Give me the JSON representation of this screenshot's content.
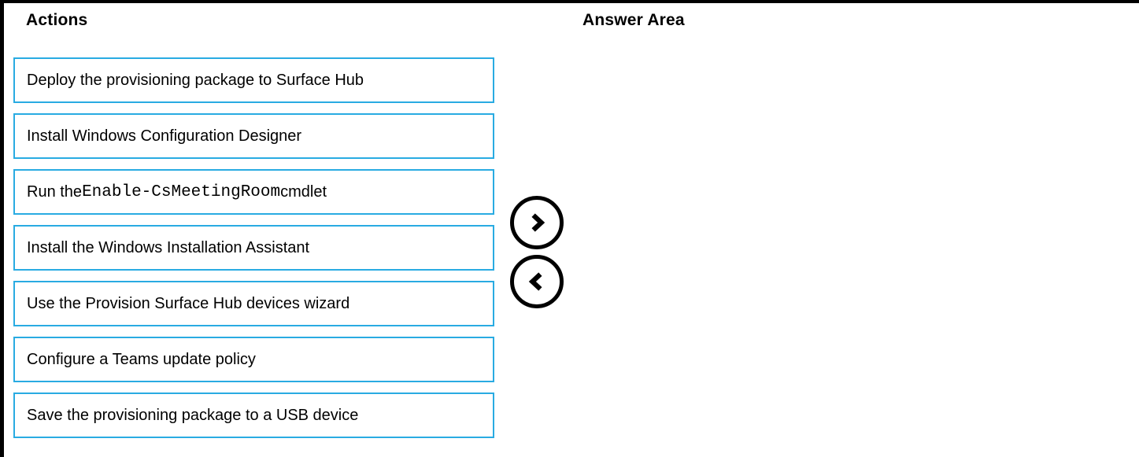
{
  "headers": {
    "actions": "Actions",
    "answer_area": "Answer Area"
  },
  "actions": {
    "items": [
      {
        "segments": [
          {
            "text": "Deploy the provisioning package to Surface Hub",
            "mono": false
          }
        ]
      },
      {
        "segments": [
          {
            "text": "Install Windows Configuration Designer",
            "mono": false
          }
        ]
      },
      {
        "segments": [
          {
            "text": "Run the ",
            "mono": false
          },
          {
            "text": "Enable-CsMeetingRoom",
            "mono": true
          },
          {
            "text": " cmdlet",
            "mono": false
          }
        ]
      },
      {
        "segments": [
          {
            "text": "Install the Windows Installation Assistant",
            "mono": false
          }
        ]
      },
      {
        "segments": [
          {
            "text": "Use the Provision Surface Hub devices wizard",
            "mono": false
          }
        ]
      },
      {
        "segments": [
          {
            "text": "Configure a Teams update policy",
            "mono": false
          }
        ]
      },
      {
        "segments": [
          {
            "text": "Save the provisioning package to a USB device",
            "mono": false
          }
        ]
      }
    ]
  },
  "controls": {
    "move_right_icon": "chevron-right",
    "move_left_icon": "chevron-left"
  },
  "colors": {
    "action_box_border": "#29ABE2",
    "frame_border": "#000000",
    "text": "#000000"
  }
}
